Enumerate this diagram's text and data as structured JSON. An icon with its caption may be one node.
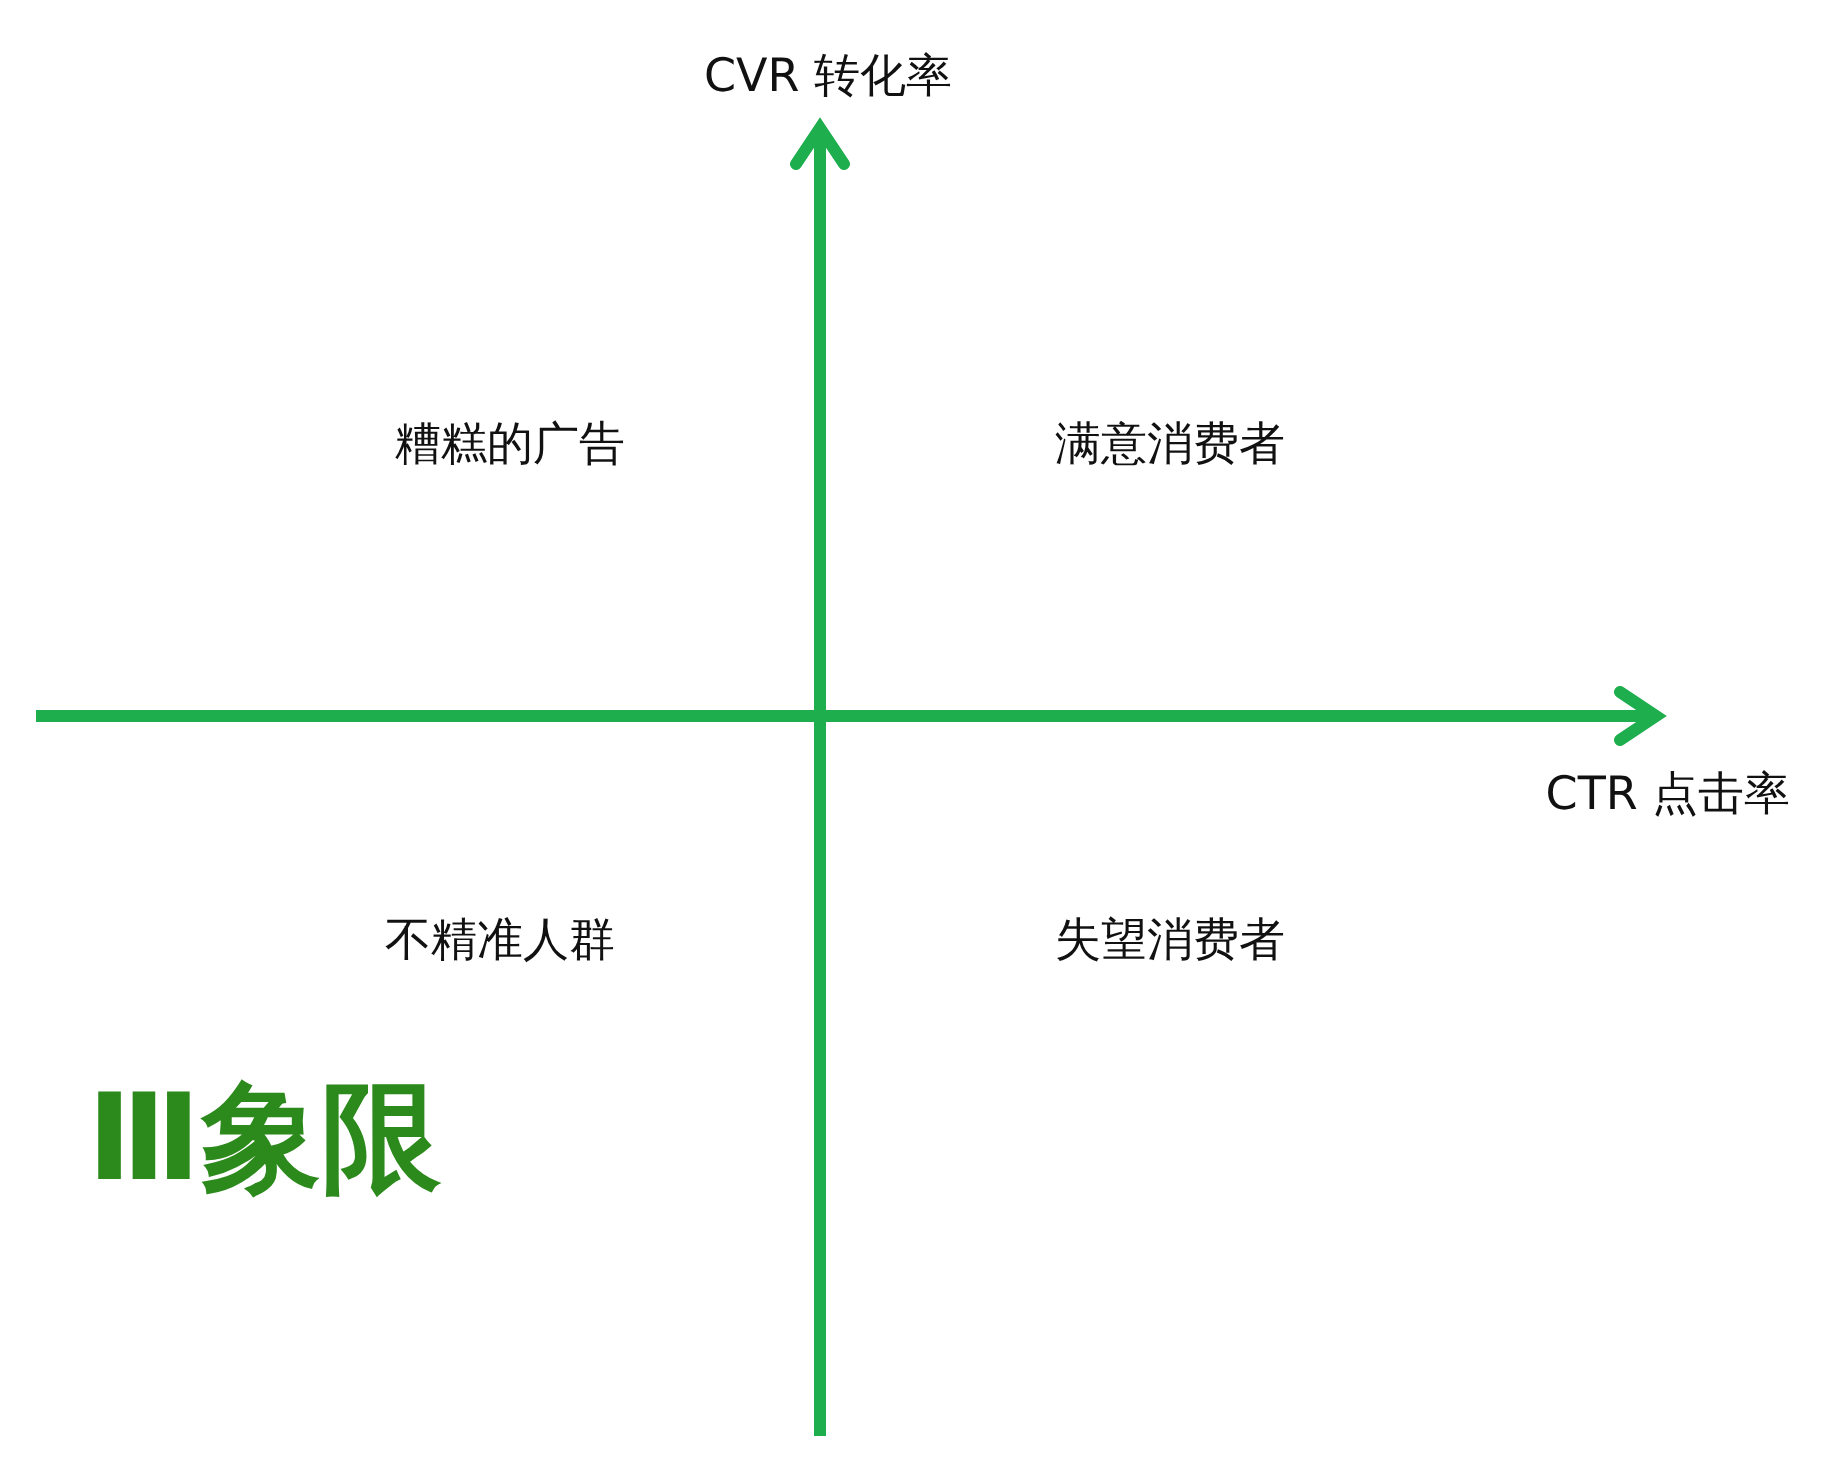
{
  "diagram": {
    "labels": [
      "CVR 转化率",
      "糟糕的广告",
      "满意消费者",
      "CTR 点击率",
      "不精准人群",
      "失望消费者",
      "Ⅲ象限"
    ]
  }
}
